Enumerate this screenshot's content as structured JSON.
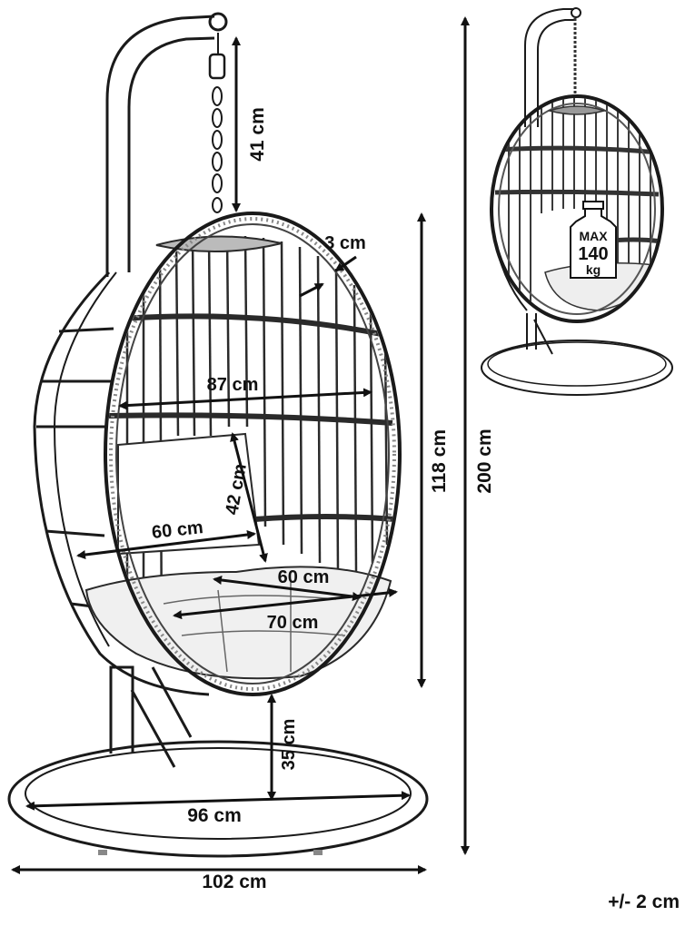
{
  "dimensions": {
    "chain": "41 cm",
    "rim": "3 cm",
    "width": "87 cm",
    "back": "42 cm",
    "depth": "60 cm",
    "cushion": "60 cm",
    "seat": "70 cm",
    "egg_height": "118 cm",
    "total_height": "200 cm",
    "clearance": "35 cm",
    "base_inner": "96 cm",
    "base_outer": "102 cm"
  },
  "weight_badge": {
    "max": "MAX",
    "value": "140",
    "unit": "kg"
  },
  "tolerance": "+/- 2 cm",
  "colors": {
    "line": "#1a1a1a",
    "wicker": "#5a5a5a",
    "cushion": "#e8e8e8",
    "background": "#ffffff"
  },
  "icons": [
    "egg-chair-icon",
    "weight-icon",
    "chain-icon",
    "arrow-icon"
  ]
}
